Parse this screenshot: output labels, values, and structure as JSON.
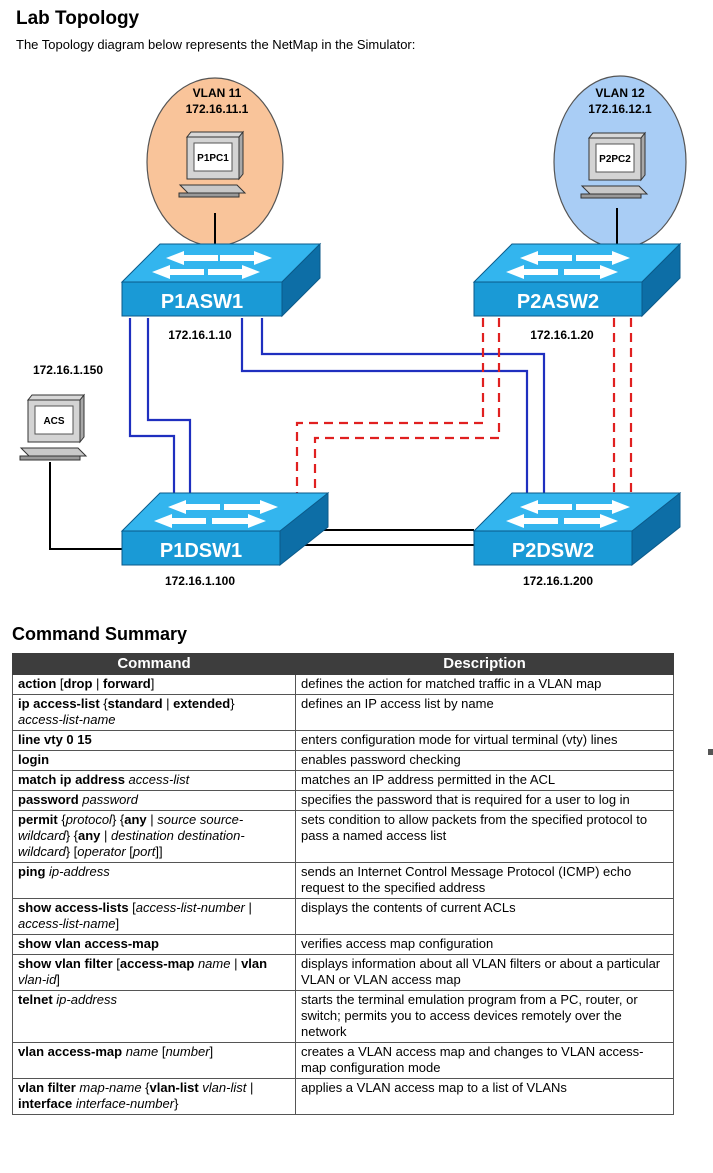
{
  "page": {
    "title": "Lab Topology",
    "intro": "The Topology diagram below represents the NetMap in the Simulator:"
  },
  "topology": {
    "vlan11": {
      "label": "VLAN 11",
      "ip": "172.16.11.1",
      "pc": "P1PC1",
      "color": "#f9c49a"
    },
    "vlan12": {
      "label": "VLAN 12",
      "ip": "172.16.12.1",
      "pc": "P2PC2",
      "color": "#a9cdf5"
    },
    "acs": {
      "label": "ACS",
      "ip": "172.16.1.150"
    },
    "switches": {
      "p1asw1": {
        "name": "P1ASW1",
        "ip": "172.16.1.10"
      },
      "p2asw2": {
        "name": "P2ASW2",
        "ip": "172.16.1.20"
      },
      "p1dsw1": {
        "name": "P1DSW1",
        "ip": "172.16.1.100"
      },
      "p2dsw2": {
        "name": "P2DSW2",
        "ip": "172.16.1.200"
      }
    },
    "colors": {
      "switch_front": "#1a9ad6",
      "switch_top": "#33b5ee",
      "trunk": "#1f2fbf",
      "backup": "#e02020"
    }
  },
  "commands": {
    "heading": "Command Summary",
    "col_command": "Command",
    "col_description": "Description",
    "rows": [
      {
        "cmd": [
          [
            "b",
            "action "
          ],
          [
            "n",
            "["
          ],
          [
            "b",
            "drop"
          ],
          [
            "n",
            " | "
          ],
          [
            "b",
            "forward"
          ],
          [
            "n",
            "]"
          ]
        ],
        "desc": "defines the action for matched traffic in a VLAN map"
      },
      {
        "cmd": [
          [
            "b",
            "ip access-list "
          ],
          [
            "n",
            "{"
          ],
          [
            "b",
            "standard"
          ],
          [
            "n",
            " | "
          ],
          [
            "b",
            "extended"
          ],
          [
            "n",
            "}"
          ],
          [
            "br",
            ""
          ],
          [
            "i",
            "access-list-name"
          ]
        ],
        "desc": "defines an IP access list by name"
      },
      {
        "cmd": [
          [
            "b",
            "line vty 0 15"
          ]
        ],
        "desc": "enters configuration mode for virtual terminal (vty) lines"
      },
      {
        "cmd": [
          [
            "b",
            "login"
          ]
        ],
        "desc": "enables password checking"
      },
      {
        "cmd": [
          [
            "b",
            "match ip address "
          ],
          [
            "i",
            "access-list"
          ]
        ],
        "desc": "matches an IP address permitted in the ACL"
      },
      {
        "cmd": [
          [
            "b",
            "password "
          ],
          [
            "i",
            "password"
          ]
        ],
        "desc": "specifies the password that is required for a user to log in"
      },
      {
        "cmd": [
          [
            "b",
            "permit "
          ],
          [
            "n",
            "{"
          ],
          [
            "i",
            "protocol"
          ],
          [
            "n",
            "} {"
          ],
          [
            "b",
            "any"
          ],
          [
            "n",
            " | "
          ],
          [
            "i",
            "source source-wildcard"
          ],
          [
            "n",
            "} {"
          ],
          [
            "b",
            "any"
          ],
          [
            "n",
            " | "
          ],
          [
            "i",
            "destination destination-wildcard"
          ],
          [
            "n",
            "} ["
          ],
          [
            "i",
            "operator"
          ],
          [
            "n",
            " ["
          ],
          [
            "i",
            "port"
          ],
          [
            "n",
            "]]"
          ]
        ],
        "desc": "sets condition to allow packets from the specified protocol to pass a named access list"
      },
      {
        "cmd": [
          [
            "b",
            "ping "
          ],
          [
            "i",
            "ip-address"
          ]
        ],
        "desc": "sends an Internet Control Message Protocol (ICMP) echo request to the specified address"
      },
      {
        "cmd": [
          [
            "b",
            "show access-lists "
          ],
          [
            "n",
            "["
          ],
          [
            "i",
            "access-list-number"
          ],
          [
            "n",
            " | "
          ],
          [
            "i",
            "access-list-name"
          ],
          [
            "n",
            "]"
          ]
        ],
        "desc": "displays the contents of current ACLs"
      },
      {
        "cmd": [
          [
            "b",
            "show vlan access-map"
          ]
        ],
        "desc": "verifies access map configuration"
      },
      {
        "cmd": [
          [
            "b",
            "show vlan filter "
          ],
          [
            "n",
            "["
          ],
          [
            "b",
            "access-map "
          ],
          [
            "i",
            "name"
          ],
          [
            "n",
            " | "
          ],
          [
            "b",
            "vlan "
          ],
          [
            "i",
            "vlan-id"
          ],
          [
            "n",
            "]"
          ]
        ],
        "desc": "displays information about all VLAN filters or about a particular VLAN or VLAN access map"
      },
      {
        "cmd": [
          [
            "b",
            "telnet "
          ],
          [
            "i",
            "ip-address"
          ]
        ],
        "desc": "starts the terminal emulation program from a PC, router, or switch; permits you to access devices remotely over the network"
      },
      {
        "cmd": [
          [
            "b",
            "vlan access-map "
          ],
          [
            "i",
            "name"
          ],
          [
            "n",
            " ["
          ],
          [
            "i",
            "number"
          ],
          [
            "n",
            "]"
          ]
        ],
        "desc": "creates a VLAN access map and changes to VLAN access-map configuration mode"
      },
      {
        "cmd": [
          [
            "b",
            "vlan filter "
          ],
          [
            "i",
            "map-name"
          ],
          [
            "n",
            " {"
          ],
          [
            "b",
            "vlan-list "
          ],
          [
            "i",
            "vlan-list"
          ],
          [
            "n",
            " |"
          ],
          [
            "br",
            ""
          ],
          [
            "b",
            "interface "
          ],
          [
            "i",
            "interface-number"
          ],
          [
            "n",
            "}"
          ]
        ],
        "desc": "applies a VLAN access map to a list of VLANs"
      }
    ]
  }
}
